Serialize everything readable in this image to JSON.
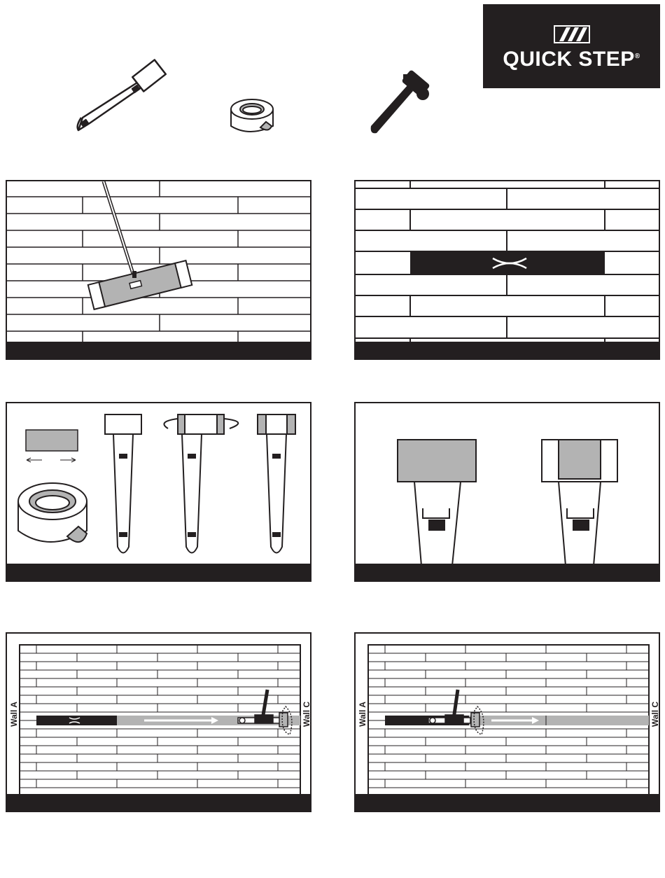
{
  "brand": {
    "logo_text": "QUICK STEP",
    "registered": "®"
  },
  "colors": {
    "ink": "#231f20",
    "tape_gray": "#b3b3b3",
    "paper": "#ffffff"
  },
  "tools": [
    {
      "name": "tapping-block-icon"
    },
    {
      "name": "tape-roll-icon"
    },
    {
      "name": "hammer-icon"
    }
  ],
  "steps": {
    "step5": {
      "wall_left": "Wall A",
      "wall_right": "Wall C"
    },
    "step6": {
      "wall_left": "Wall A",
      "wall_right": "Wall C"
    }
  }
}
